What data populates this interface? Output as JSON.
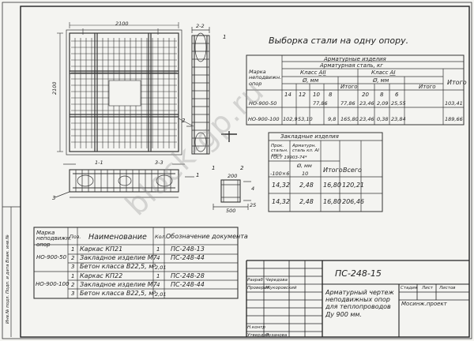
{
  "sheet": {
    "title": "Выборка стали на одну опору."
  },
  "steel_table": {
    "caption": "Арматурные изделия",
    "subcaption": "Арматурная сталь, кг",
    "col_mark": "Марка неподвижн. опор",
    "class_a2": "Класс A̲II̲",
    "class_a1": "Класс A̲I̲",
    "dia1": "Ø, мм",
    "dia2": "Ø, мм",
    "col_total": "Итого",
    "col_grand": "Итого",
    "diameters_a2": [
      "14",
      "12",
      "10",
      "8"
    ],
    "diameters_a1": [
      "20",
      "8",
      "6"
    ],
    "rows": [
      {
        "mark": "НО-900-50",
        "c14": "",
        "c12": "",
        "c10": "77,86",
        "c8": "",
        "total1": "77,86",
        "c20": "23,46",
        "c8b": "2,09",
        "c6": "25,55",
        "grand": "103,41"
      },
      {
        "mark": "НО-900-100",
        "c14": "102,9",
        "c12": "53,10",
        "c10": "",
        "c8": "9,8",
        "total1": "165,80",
        "c20": "23,46",
        "c8b": "0,38",
        "c6": "23,84",
        "grand": "189,66"
      }
    ]
  },
  "embed_table": {
    "caption": "Закладные изделия",
    "h_prokat": "Прок. стальн. лист",
    "h_gost": "ГОСТ 19903-74*",
    "h_armat": "Арматурн. сталь кл. AI",
    "h_dia": "Ø, мм",
    "h_sub1": "-100×6",
    "h_sub2": "10",
    "h_total": "Итого",
    "h_all": "Всего",
    "rows": [
      {
        "a": "14,32",
        "b": "2,48",
        "total": "16,80",
        "all": "120,21"
      },
      {
        "a": "14,32",
        "b": "2,48",
        "total": "16,80",
        "all": "206,46"
      }
    ]
  },
  "spec_table": {
    "h_mark": "Марка неподвижн. опор",
    "h_pos": "Поз.",
    "h_name": "Наименование",
    "h_qty": "Кол.",
    "h_doc": "Обозначение документа",
    "groups": [
      {
        "mark": "НО-900-50",
        "rows": [
          {
            "pos": "1",
            "name": "Каркас КП21",
            "qty": "1",
            "doc": "ПС-248-13"
          },
          {
            "pos": "2",
            "name": "Закладное изделие М7",
            "qty": "4",
            "doc": "ПС-248-44"
          },
          {
            "pos": "3",
            "name": "Бетон класса В22,5, м³",
            "qty": "2,01",
            "doc": ""
          }
        ]
      },
      {
        "mark": "НО-900-100",
        "rows": [
          {
            "pos": "1",
            "name": "Каркас КП22",
            "qty": "1",
            "doc": "ПС-248-28"
          },
          {
            "pos": "2",
            "name": "Закладное изделие М7",
            "qty": "4",
            "doc": "ПС-248-44"
          },
          {
            "pos": "3",
            "name": "Бетон класса В22,5, м³",
            "qty": "2,01",
            "doc": ""
          }
        ]
      }
    ]
  },
  "title_block": {
    "code": "ПС-248-15",
    "desc": "Арматурный чертеж неподвижных опор для теплопроводов Ду 900 мм.",
    "stage_h": "Стадия",
    "sheet_h": "Лист",
    "sheets_h": "Листов",
    "company": "Мосинж.проект",
    "roles": [
      "Разраб",
      "Проверил",
      "Н.контр",
      "Утвердил"
    ],
    "names": [
      "Чередова",
      "Жукоровский",
      "",
      "Лузанова"
    ]
  },
  "dims": {
    "width1": "2100",
    "height1": "2100",
    "d1": "1-1",
    "d2": "2-2",
    "d3": "3-3",
    "d200": "200",
    "d500": "500",
    "d25": "25",
    "d4": "4",
    "p1": "1",
    "p2": "2",
    "p3": "3",
    "p1b": "1",
    "p1c": "1",
    "p2b": "2"
  },
  "watermark": "block-gp.ru",
  "side_note": "Инв.№ подл. Подп. и дата Взам. инв.№"
}
